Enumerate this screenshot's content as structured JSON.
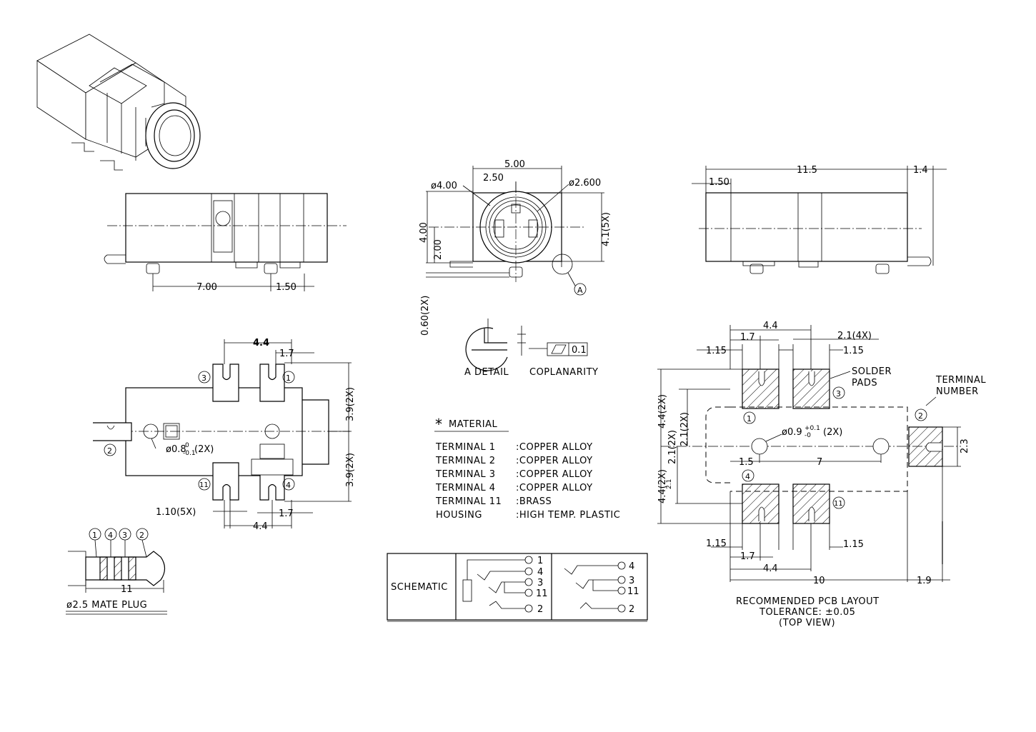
{
  "side_view": {
    "dims": {
      "d700": "7.00",
      "d150": "1.50"
    }
  },
  "front_view": {
    "dims": {
      "d500": "5.00",
      "d250": "2.50",
      "d400dia": "ø4.00",
      "d2600": "ø2.600",
      "d400": "4.00",
      "d200": "2.00",
      "d41": "4.1(5X)",
      "d060": "0.60(2X)"
    },
    "detail_ref": "A"
  },
  "top_side_view": {
    "dims": {
      "d115": "11.5",
      "d14": "1.4",
      "d150": "1.50"
    }
  },
  "a_detail": {
    "label": "A  DETAIL",
    "coplanarity_label": "COPLANARITY",
    "coplanarity_value": "0.1"
  },
  "bottom_view": {
    "dims": {
      "d44top": "4.4",
      "d17top": "1.7",
      "d39a": "3.9(2X)",
      "d39b": "3.9(2X)",
      "hole": "ø0.8",
      "hole_tol_up": "0",
      "hole_tol_lo": "-0.1",
      "hole_count": "(2X)",
      "d110": "1.10(5X)",
      "d17bot": "1.7",
      "d44bot": "4.4"
    },
    "terminals": [
      "3",
      "1",
      "2",
      "11",
      "4"
    ]
  },
  "material": {
    "heading": "MATERIAL",
    "rows": [
      {
        "name": "TERMINAL  1",
        "value": ":COPPER  ALLOY"
      },
      {
        "name": "TERMINAL  2",
        "value": ":COPPER  ALLOY"
      },
      {
        "name": "TERMINAL  3",
        "value": ":COPPER  ALLOY"
      },
      {
        "name": "TERMINAL  4",
        "value": ":COPPER  ALLOY"
      },
      {
        "name": "TERMINAL  11",
        "value": ":BRASS"
      },
      {
        "name": "HOUSING",
        "value": ":HIGH  TEMP.  PLASTIC"
      }
    ]
  },
  "pcb_layout": {
    "dims": {
      "d44top": "4.4",
      "d17top": "1.7",
      "d115tl": "1.15",
      "d21x4": "2.1(4X)",
      "d115tr": "1.15",
      "d44l1": "4.4(2X)",
      "d21l1": "2.1(2X)",
      "d21l2": "2.1(2X)",
      "d44l2": "4.4(2X)",
      "hole": "ø0.9",
      "hole_tol_up": "+0.1",
      "hole_tol_lo": "-0",
      "hole_count": "(2X)",
      "d15": "1.5",
      "d7": "7",
      "d23": "2.3",
      "d115bl": "1.15",
      "d17bot": "1.7",
      "d115br": "1.15",
      "d44bot": "4.4",
      "d10": "10",
      "d19": "1.9"
    },
    "solder_pads_label": "SOLDER\nPADS",
    "terminal_number_label": "TERMINAL\nNUMBER",
    "terminals": [
      "1",
      "3",
      "2",
      "4",
      "11"
    ],
    "caption": [
      "RECOMMENDED  PCB  LAYOUT",
      "TOLERANCE: ±0.05",
      "(TOP  VIEW)"
    ]
  },
  "mate_plug": {
    "label": "ø2.5  MATE  PLUG",
    "length": "11",
    "rings": [
      "1",
      "4",
      "3",
      "2"
    ]
  },
  "schematic": {
    "label": "SCHEMATIC",
    "left_pins": [
      "1",
      "4",
      "3",
      "11",
      "2"
    ],
    "right_pins": [
      "4",
      "3",
      "11",
      "2"
    ]
  }
}
